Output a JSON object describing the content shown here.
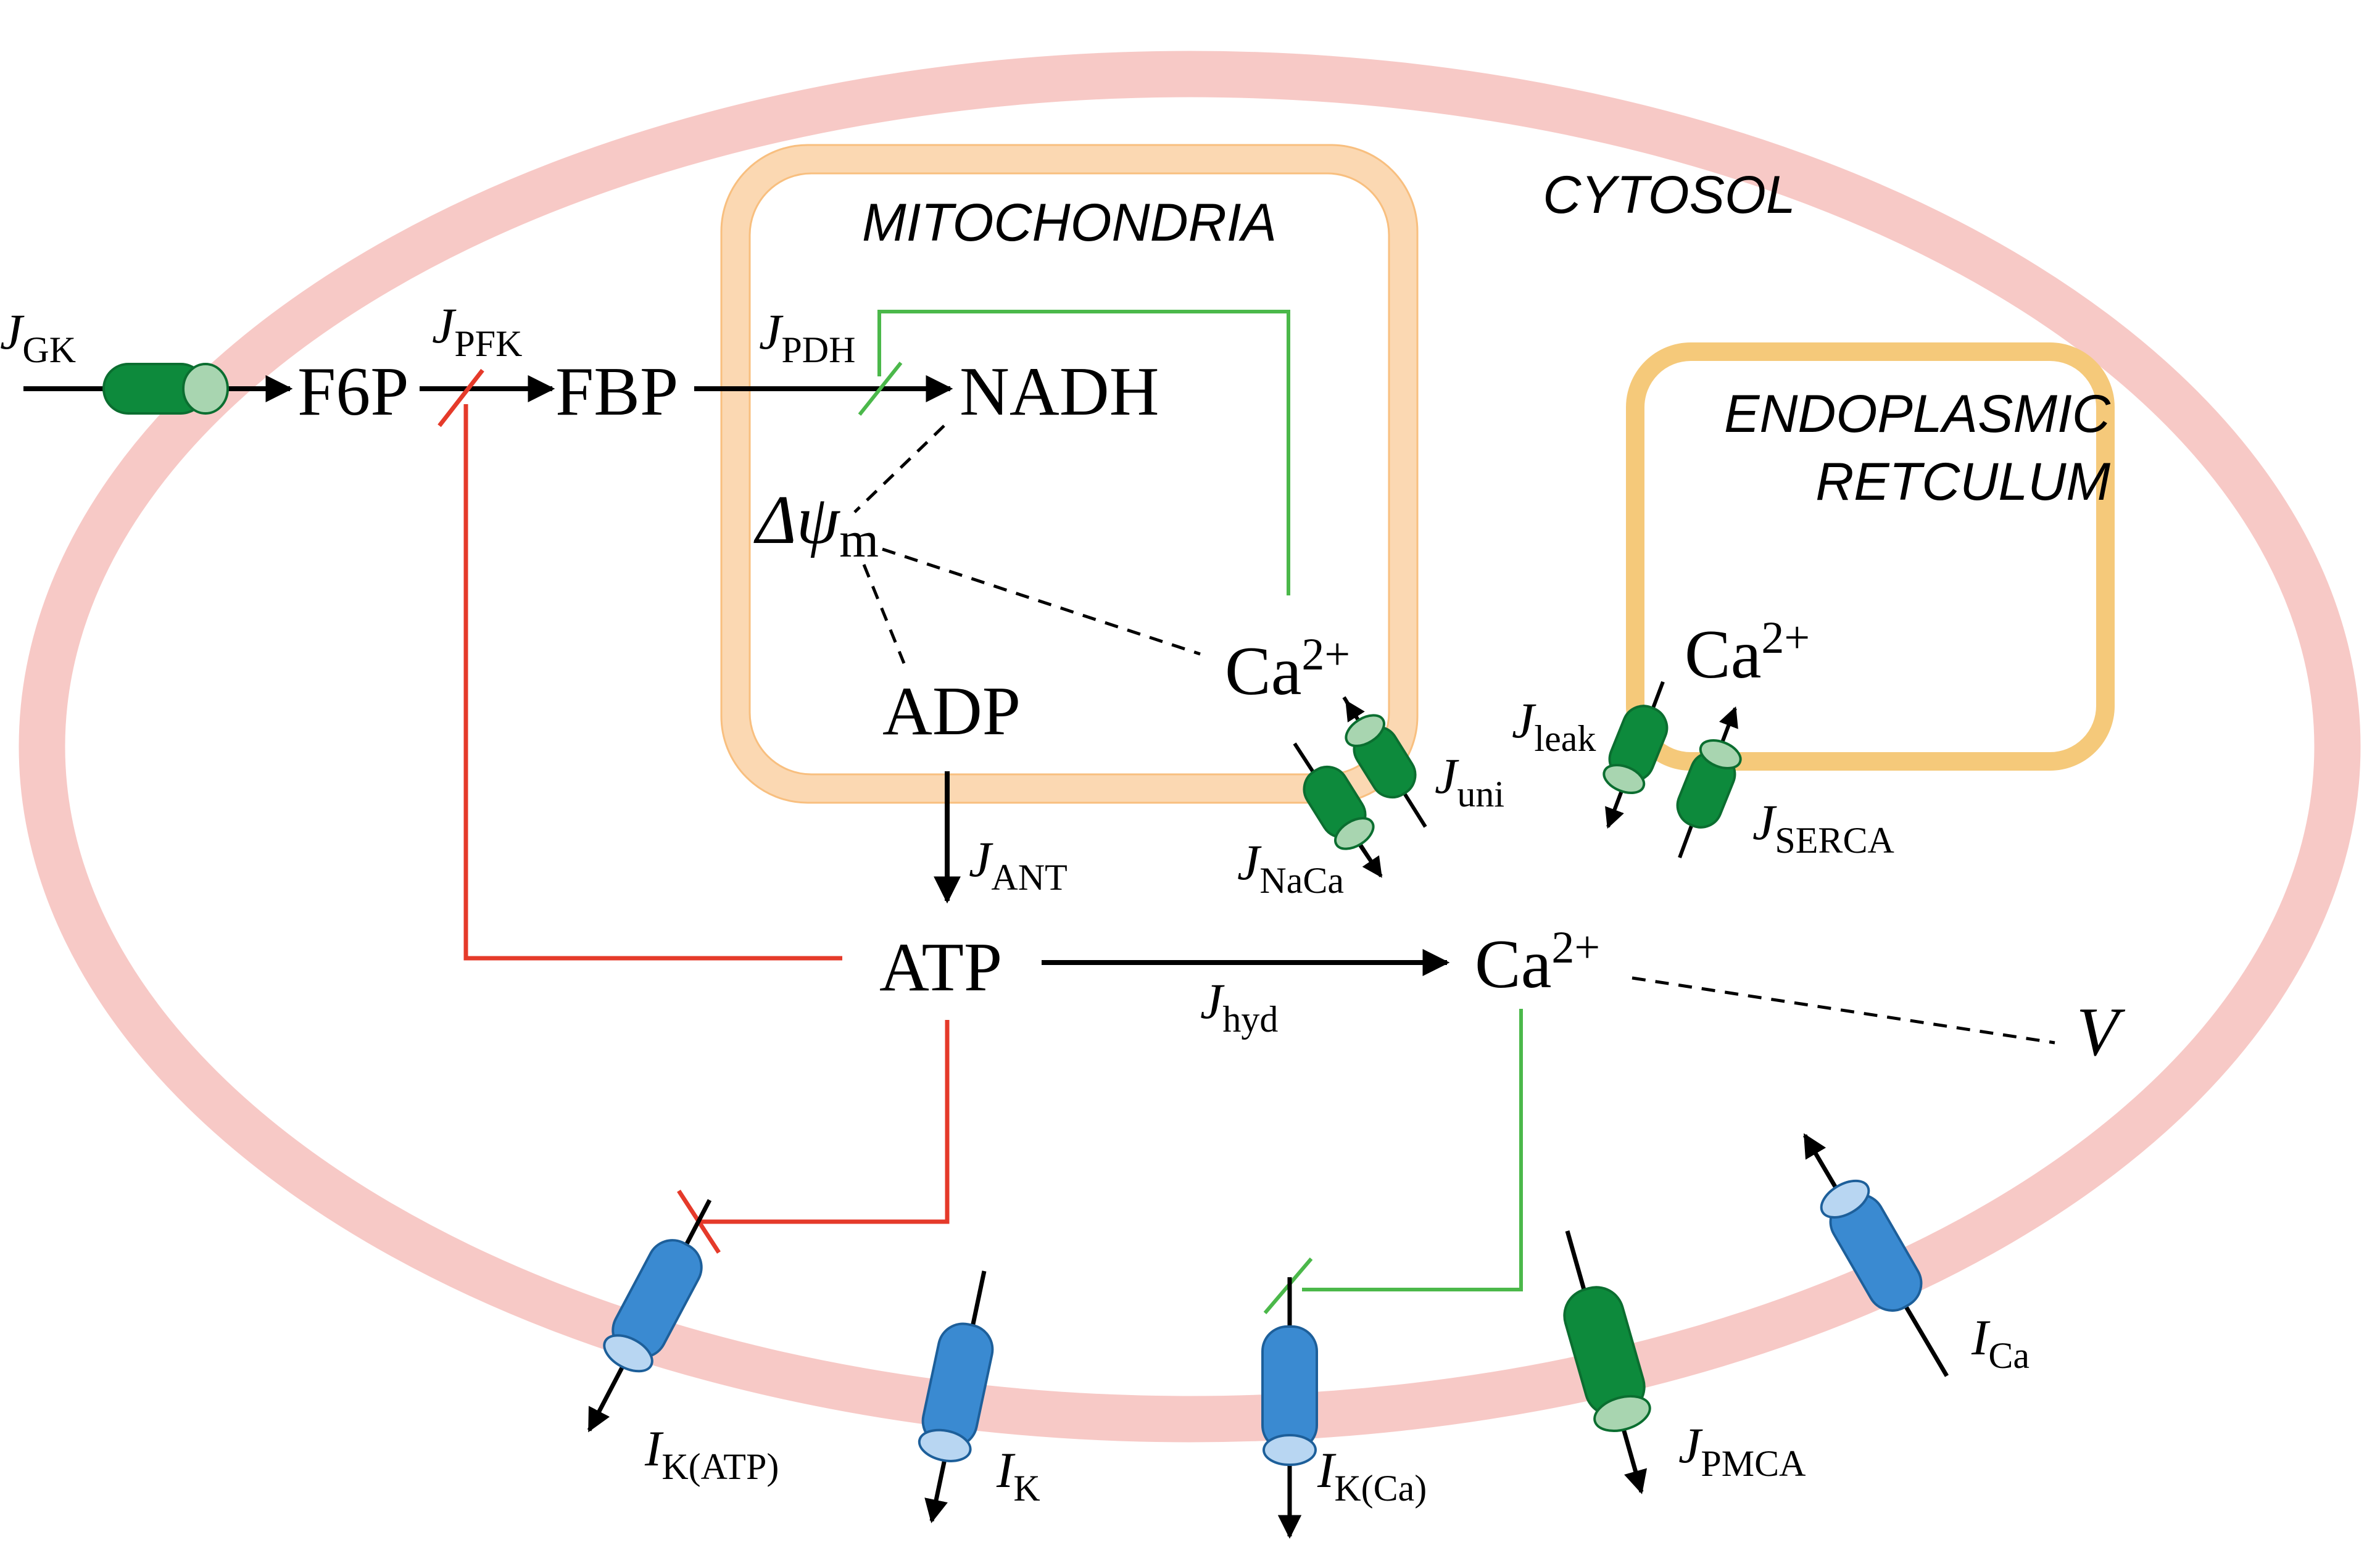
{
  "regions": {
    "cytosol": "CYTOSOL",
    "mitochondria": "MITOCHONDRIA",
    "er_line1": "ENDOPLASMIC",
    "er_line2": "RETCULUM"
  },
  "species": {
    "f6p": "F6P",
    "fbp": "FBP",
    "nadh": "NADH",
    "delta_psi": "Δψ",
    "delta_psi_sub": "m",
    "adp": "ADP",
    "atp": "ATP",
    "ca_mito": "Ca",
    "ca_mito_sup": "2+",
    "ca_er": "Ca",
    "ca_er_sup": "2+",
    "ca_cyt": "Ca",
    "ca_cyt_sup": "2+",
    "voltage": "V"
  },
  "fluxes": {
    "gk": {
      "main": "J",
      "sub": "GK"
    },
    "pfk": {
      "main": "J",
      "sub": "PFK"
    },
    "pdh": {
      "main": "J",
      "sub": "PDH"
    },
    "ant": {
      "main": "J",
      "sub": "ANT"
    },
    "hyd": {
      "main": "J",
      "sub": "hyd"
    },
    "uni": {
      "main": "J",
      "sub": "uni"
    },
    "naca": {
      "main": "J",
      "sub": "NaCa"
    },
    "leak": {
      "main": "J",
      "sub": "leak"
    },
    "serca": {
      "main": "J",
      "sub": "SERCA"
    },
    "pmca": {
      "main": "J",
      "sub": "PMCA"
    }
  },
  "currents": {
    "katp": {
      "main": "I",
      "sub": "K(ATP)"
    },
    "k": {
      "main": "I",
      "sub": "K"
    },
    "kca": {
      "main": "I",
      "sub": "K(Ca)"
    },
    "ca": {
      "main": "I",
      "sub": "Ca"
    }
  },
  "colors": {
    "membrane": "#f7c9c6",
    "mito_fill": "#fde3c8",
    "mito_stroke": "#f8bf7f",
    "er_stroke": "#f5c97a",
    "green_channel": "#0d8a3c",
    "blue_channel": "#3a8ad1",
    "inhibit": "#e53a2a",
    "activate": "#4bb84a"
  }
}
